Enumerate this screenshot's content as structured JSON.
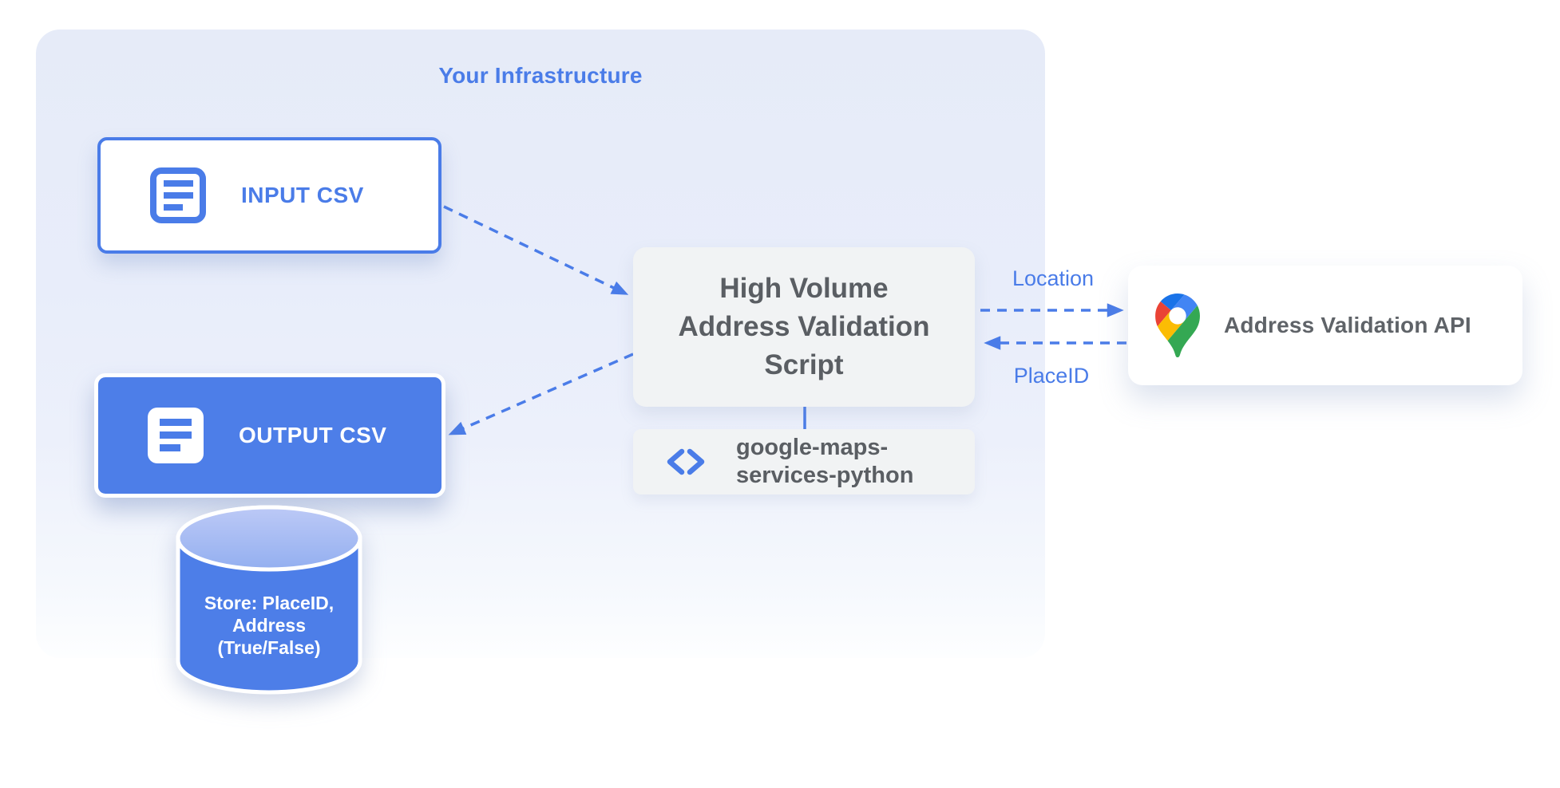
{
  "colors": {
    "accent_blue": "#4a7ce8",
    "output_box_blue": "#4d7ee8",
    "infrastructure_bg_blue": "#e8edfa",
    "node_gray_bg": "#f1f3f4",
    "text_dark_gray": "#5f6368",
    "white": "#ffffff",
    "cylinder_top_blue": "#a9bff2",
    "pin_dark_blue": "#1a73e8",
    "pin_red": "#ea4335",
    "pin_blue": "#4285f4",
    "pin_yellow": "#fbbc04",
    "pin_green": "#34a853"
  },
  "infrastructure": {
    "title": "Your Infrastructure"
  },
  "nodes": {
    "input_csv": {
      "label": "INPUT CSV",
      "icon": "document-icon"
    },
    "output_csv": {
      "label": "OUTPUT CSV",
      "icon": "document-icon"
    },
    "datastore": {
      "icon": "database-cylinder",
      "lines": [
        "Store: PlaceID,",
        "Address",
        "(True/False)"
      ]
    },
    "script": {
      "lines": [
        "High Volume",
        "Address Validation",
        "Script"
      ]
    },
    "library": {
      "icon": "code-icon",
      "lines": [
        "google-maps-",
        "services-python"
      ]
    },
    "api": {
      "label": "Address Validation API",
      "icon": "google-maps-pin-icon"
    }
  },
  "edges": {
    "location_label": "Location",
    "placeid_label": "PlaceID"
  }
}
